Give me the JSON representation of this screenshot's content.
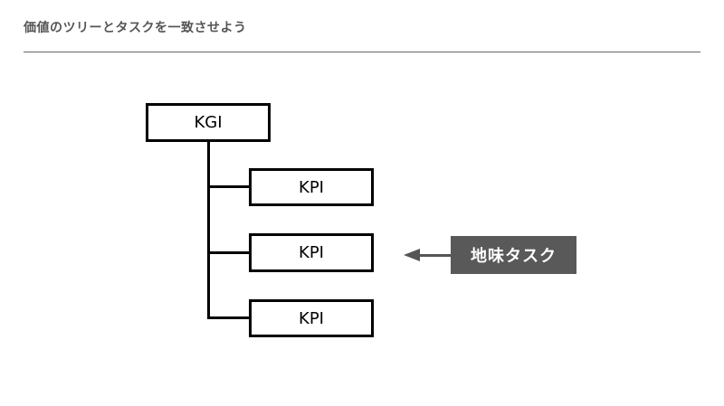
{
  "header": {
    "title": "価値のツリーとタスクを一致させよう"
  },
  "tree": {
    "root": {
      "label": "KGI"
    },
    "children": [
      {
        "label": "KPI"
      },
      {
        "label": "KPI"
      },
      {
        "label": "KPI"
      }
    ]
  },
  "callout": {
    "label": "地味タスク",
    "background_color": "#595959",
    "arrow_color": "#555555"
  }
}
